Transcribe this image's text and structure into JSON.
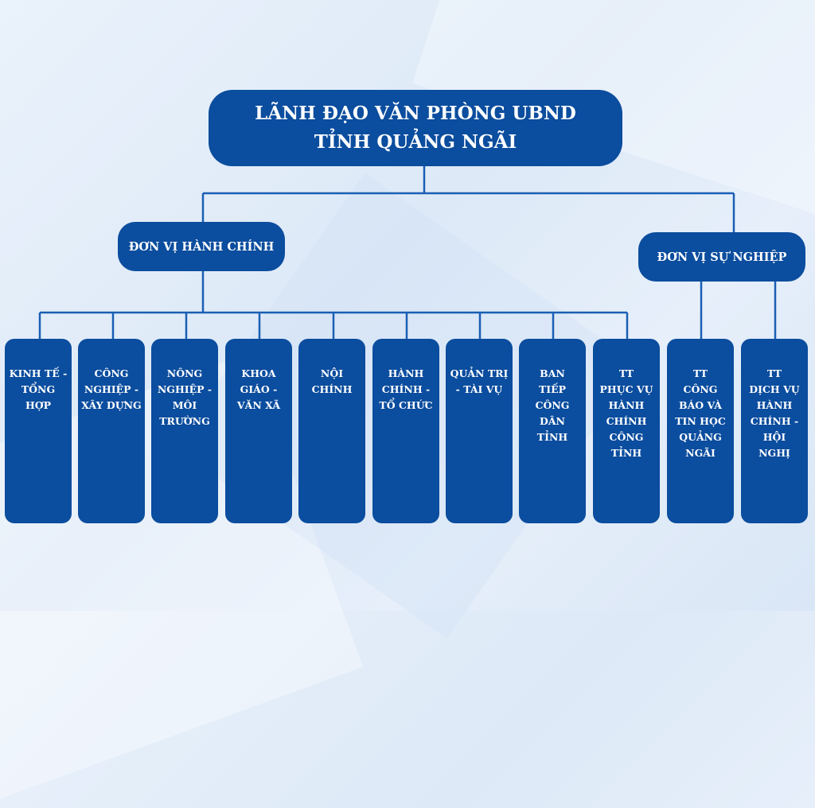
{
  "leadership": {
    "line1": "LÃNH ĐẠO VĂN PHÒNG UBND",
    "line2": "TỈNH QUẢNG NGÃI"
  },
  "administrative_group": {
    "label": "ĐƠN VỊ HÀNH CHÍNH",
    "units": [
      "KINH TẾ -\nTỔNG HỢP",
      "CÔNG\nNGHIỆP -\nXÂY DỰNG",
      "NÔNG\nNGHIỆP -\nMÔI\nTRƯỜNG",
      "KHOA\nGIÁO -\nVĂN XÃ",
      "NỘI\nCHÍNH",
      "HÀNH\nCHÍNH -\nTỔ CHỨC",
      "QUẢN TRỊ\n- TÀI VỤ",
      "BAN\nTIẾP\nCÔNG\nDÂN\nTỈNH",
      "TT\nPHỤC VỤ\nHÀNH\nCHÍNH\nCÔNG\nTỈNH"
    ]
  },
  "service_group": {
    "label": "ĐƠN VỊ SỰ NGHIỆP",
    "units": [
      "TT\nCÔNG\nBÁO VÀ\nTIN HỌC\nQUẢNG\nNGÃI",
      "TT\nDỊCH VỤ\nHÀNH\nCHÍNH -\nHỘI\nNGHỊ"
    ]
  },
  "colors": {
    "box": "#0b4d9e",
    "line": "#1a5fb4",
    "text": "#ffffff"
  }
}
